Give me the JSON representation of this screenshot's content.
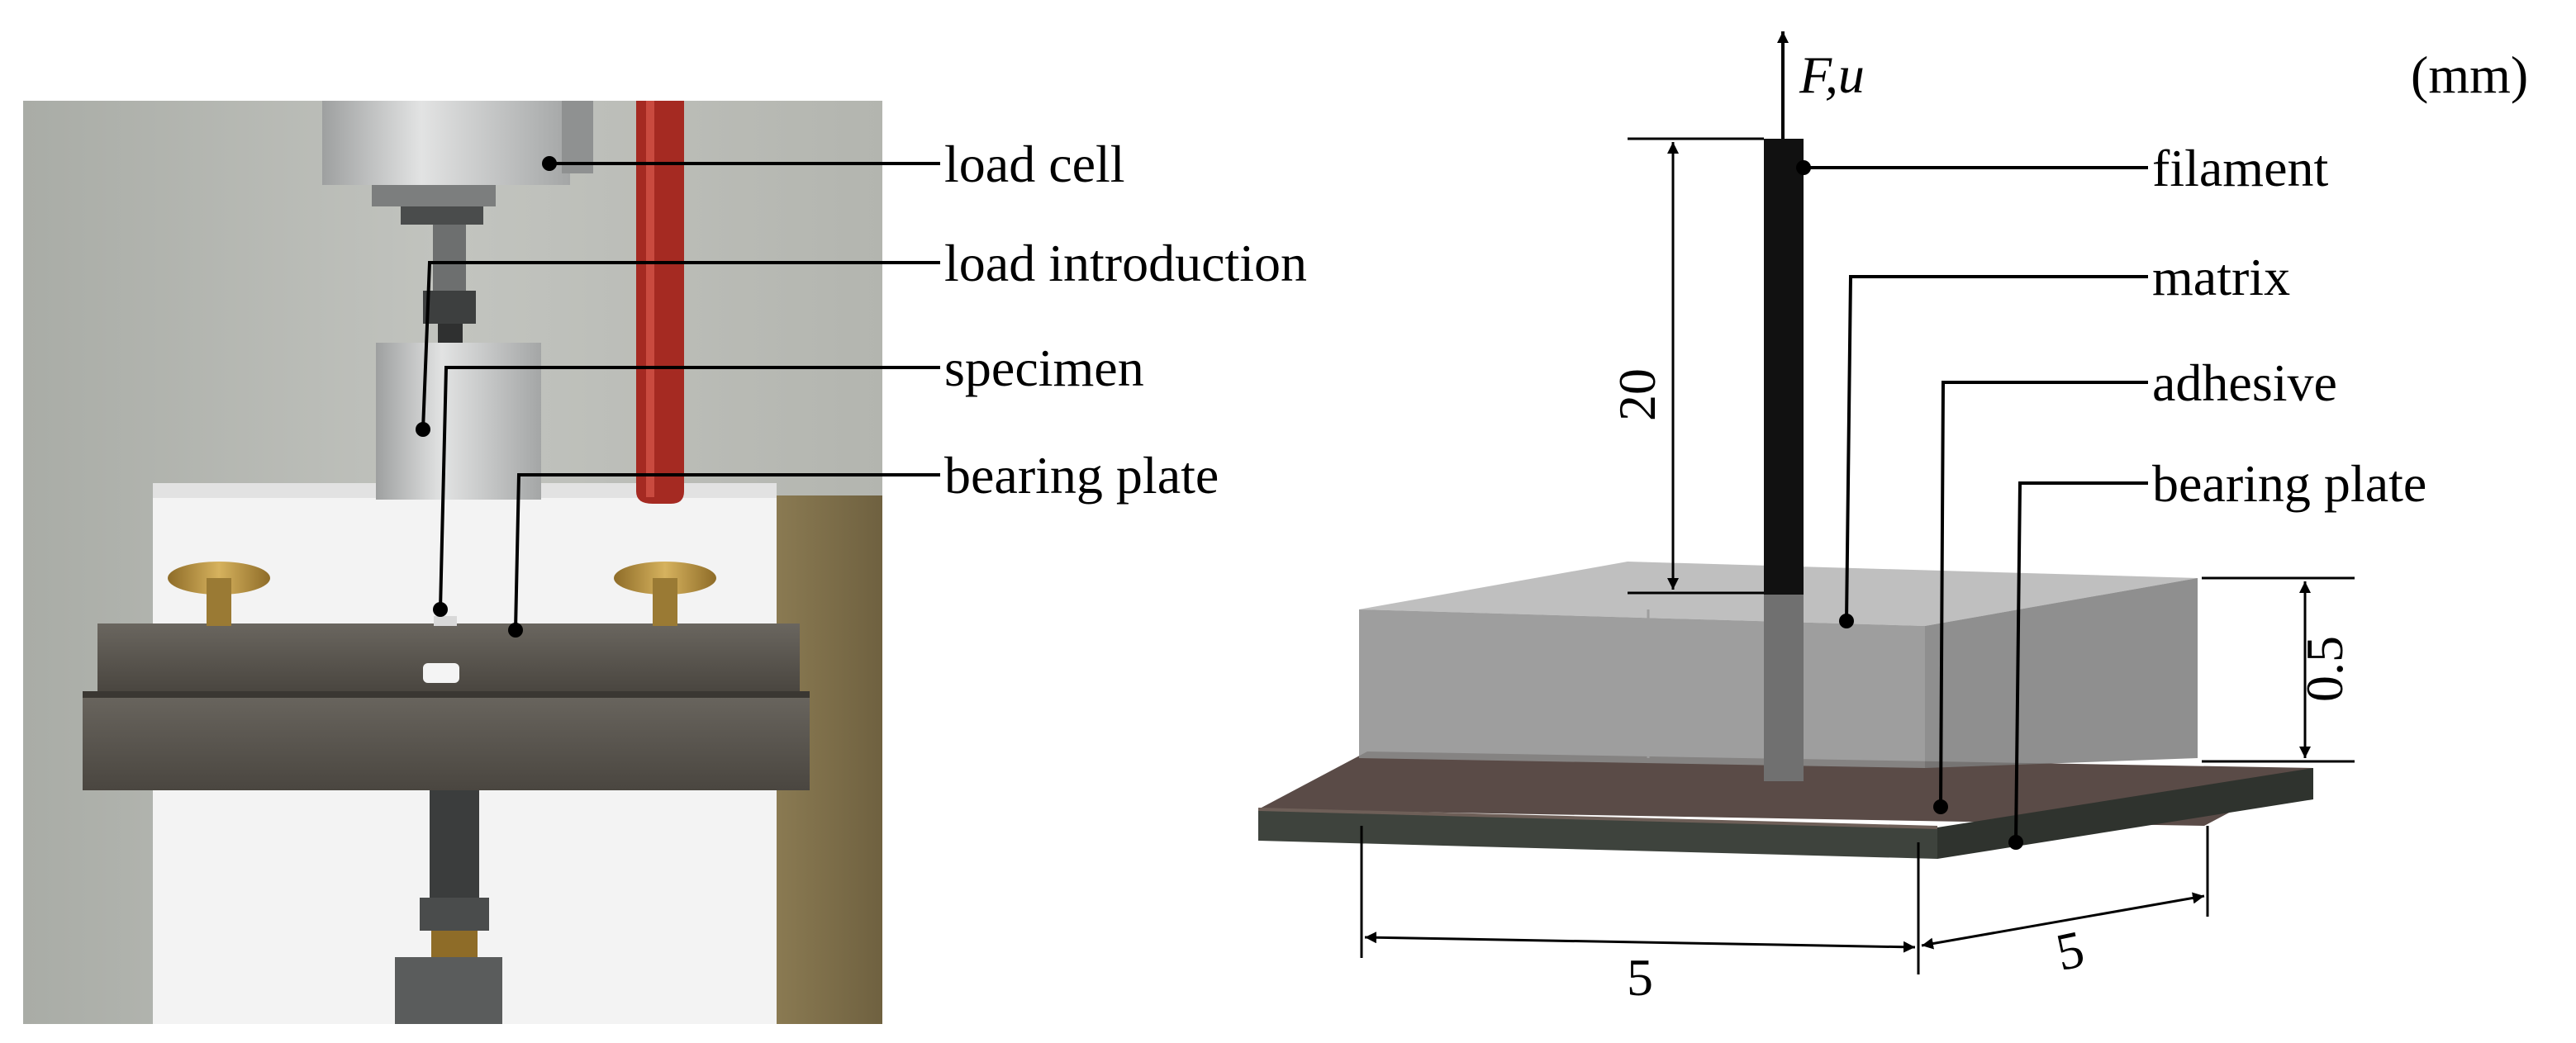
{
  "photo": {
    "labels": {
      "load_cell": "load cell",
      "load_introduction": "load introduction",
      "specimen": "specimen",
      "bearing_plate": "bearing plate"
    }
  },
  "schematic": {
    "unit": "(mm)",
    "force_label": "F,u",
    "labels": {
      "filament": "filament",
      "matrix": "matrix",
      "adhesive": "adhesive",
      "bearing_plate": "bearing plate"
    },
    "dimensions": {
      "filament_length": "20",
      "matrix_thickness": "0.5",
      "plate_width": "5",
      "plate_depth": "5"
    }
  },
  "colors": {
    "wall": "#b9bcb6",
    "aluminium": "#c9cbcb",
    "red_hose": "#a52a22",
    "steel_bar": "#5b5751",
    "brass": "#b8923e",
    "white_board": "#f3f3f3",
    "matrix": "#8d8d8d",
    "adhesive": "#5a4b47",
    "plate": "#3e433d",
    "filament": "#111111"
  }
}
